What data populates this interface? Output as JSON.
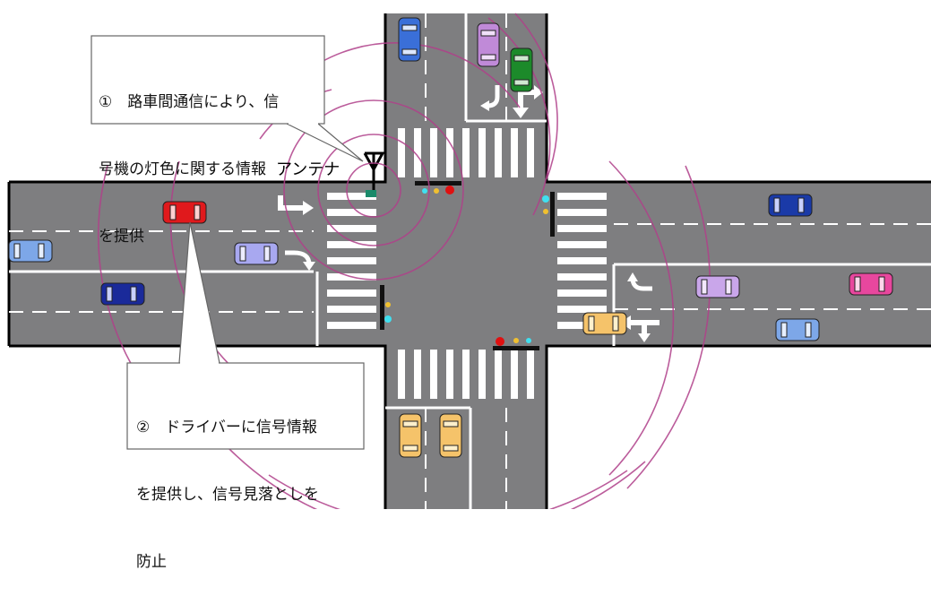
{
  "callouts": {
    "one": "①　路車間通信により、信号機の灯色に関する情報を提供",
    "one_lines": [
      "①　路車間通信により、信",
      "号機の灯色に関する情報",
      "を提供"
    ],
    "two_lines": [
      "②　ドライバーに信号情報",
      "を提供し、信号見落としを",
      "防止"
    ]
  },
  "antenna": {
    "label": "アンテナ"
  },
  "colors": {
    "road": "#7e7e80",
    "lane_marking": "#ffffff",
    "curb": "#000000",
    "wave": "#b0408a",
    "signal_red": "#e01010",
    "signal_cyan": "#40e0f0",
    "signal_yellow": "#f0c030"
  },
  "vehicles": [
    {
      "name": "car-blue",
      "color": "#3a6fd8"
    },
    {
      "name": "car-violet",
      "color": "#c08ad8"
    },
    {
      "name": "car-green",
      "color": "#1c8a2a"
    },
    {
      "name": "car-red",
      "color": "#e0191c"
    },
    {
      "name": "car-light-blue",
      "color": "#7da7e8"
    },
    {
      "name": "car-lavender",
      "color": "#a8a8f0"
    },
    {
      "name": "car-navy",
      "color": "#1a2a9a"
    },
    {
      "name": "car-pink",
      "color": "#e8479e"
    },
    {
      "name": "car-yellow",
      "color": "#f5c36a"
    }
  ]
}
